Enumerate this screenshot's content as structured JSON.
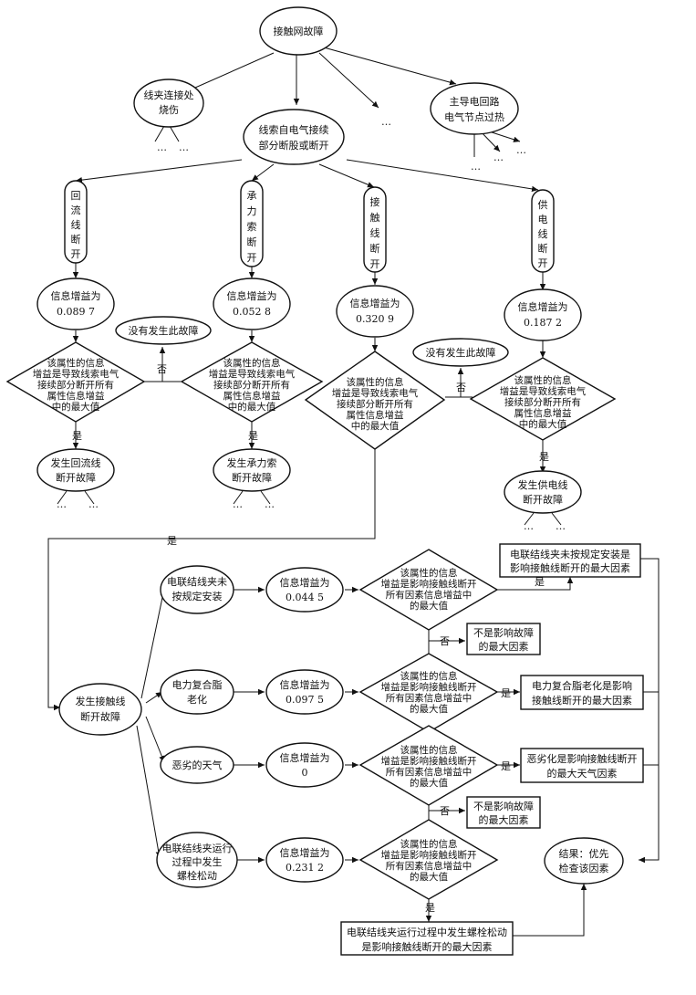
{
  "nodes": {
    "root": "接触网故障",
    "clamp_burn": [
      "线夹连接处",
      "烧伤"
    ],
    "wire_break": [
      "线索自电气接续",
      "部分断股或断开"
    ],
    "main_circuit": [
      "主导电回路",
      "电气节点过热"
    ],
    "ellipsis": "…",
    "return_line": [
      "回",
      "流",
      "线",
      "断",
      "开"
    ],
    "messenger": [
      "承",
      "力",
      "索",
      "断",
      "开"
    ],
    "contact_line": [
      "接",
      "触",
      "线",
      "断",
      "开"
    ],
    "feeder": [
      "供",
      "电",
      "线",
      "断",
      "开"
    ],
    "gain_return": [
      "信息增益为",
      "0.089 7"
    ],
    "gain_messenger": [
      "信息增益为",
      "0.052 8"
    ],
    "gain_contact": [
      "信息增益为",
      "0.320 9"
    ],
    "gain_feeder": [
      "信息增益为",
      "0.187 2"
    ],
    "decision_wire": [
      "该属性的信息",
      "增益是导致线索电气",
      "接续部分断开所有",
      "属性信息增益",
      "中的最大值"
    ],
    "no_fault": "没有发生此故障",
    "yes": "是",
    "no": "否",
    "res_return": [
      "发生回流线",
      "断开故障"
    ],
    "res_messenger": [
      "发生承力索",
      "断开故障"
    ],
    "res_feeder": [
      "发生供电线",
      "断开故障"
    ],
    "contact_fault": [
      "发生接触线",
      "断开故障"
    ],
    "factor1": [
      "电联结线夹未",
      "按规定安装"
    ],
    "factor2": [
      "电力复合脂",
      "老化"
    ],
    "factor3": "恶劣的天气",
    "factor4": [
      "电联结线夹运行",
      "过程中发生",
      "螺栓松动"
    ],
    "gain_f1": [
      "信息增益为",
      "0.044 5"
    ],
    "gain_f2": [
      "信息增益为",
      "0.097 5"
    ],
    "gain_f3": [
      "信息增益为",
      "0"
    ],
    "gain_f4": [
      "信息增益为",
      "0.231 2"
    ],
    "decision_factor": [
      "该属性的信息",
      "增益是影响接触线断开",
      "所有因素信息增益中",
      "的最大值"
    ],
    "not_max": [
      "不是影响故障",
      "的最大因素"
    ],
    "concl1": [
      "电联结线夹未按规定安装是",
      "影响接触线断开的最大因素"
    ],
    "concl2": [
      "电力复合脂老化是影响",
      "接触线断开的最大因素"
    ],
    "concl3": [
      "恶劣化是影响接触线断开",
      "的最大天气因素"
    ],
    "concl4": [
      "电联结线夹运行过程中发生螺栓松动",
      "是影响接触线断开的最大因素"
    ],
    "result": [
      "结果：优先",
      "检查该因素"
    ]
  }
}
